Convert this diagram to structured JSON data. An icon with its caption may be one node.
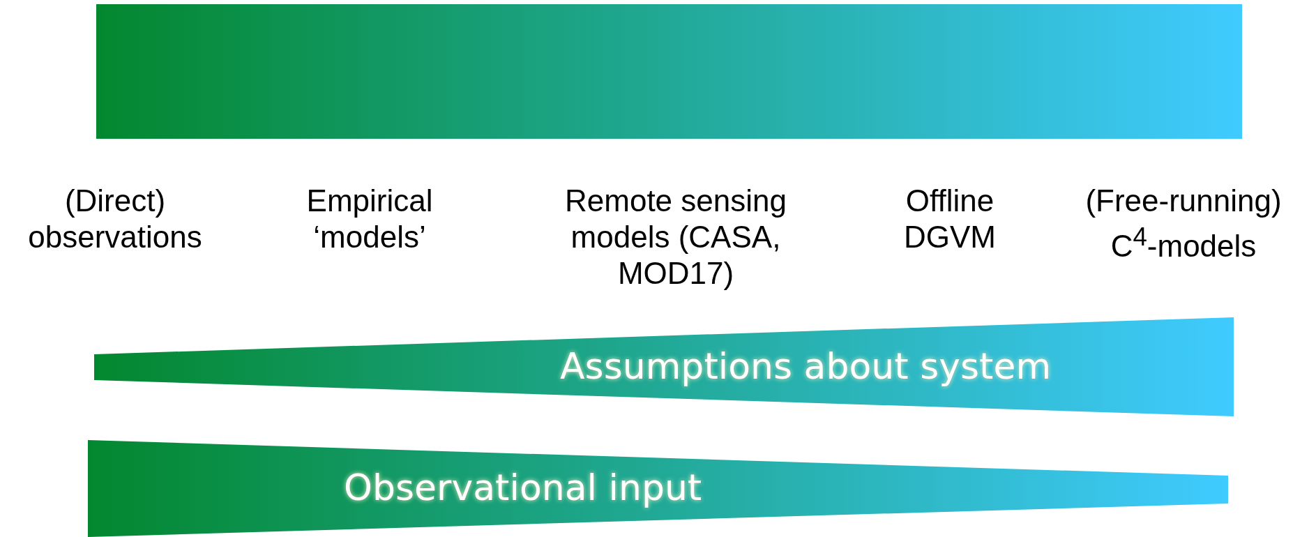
{
  "diagram": {
    "nodes": [
      {
        "text": [],
        "shape": "bar"
      },
      {
        "text": [
          "Assumptions about system"
        ]
      },
      {
        "text": [
          "Observational input"
        ]
      }
    ],
    "labels": [
      "(Direct) observations",
      "Empirical ‘models’",
      "Remote sensing models (CASA, MOD17)",
      "Offline DGVM",
      "(Free-running) C$^{4}$-models"
    ]
  }
}
